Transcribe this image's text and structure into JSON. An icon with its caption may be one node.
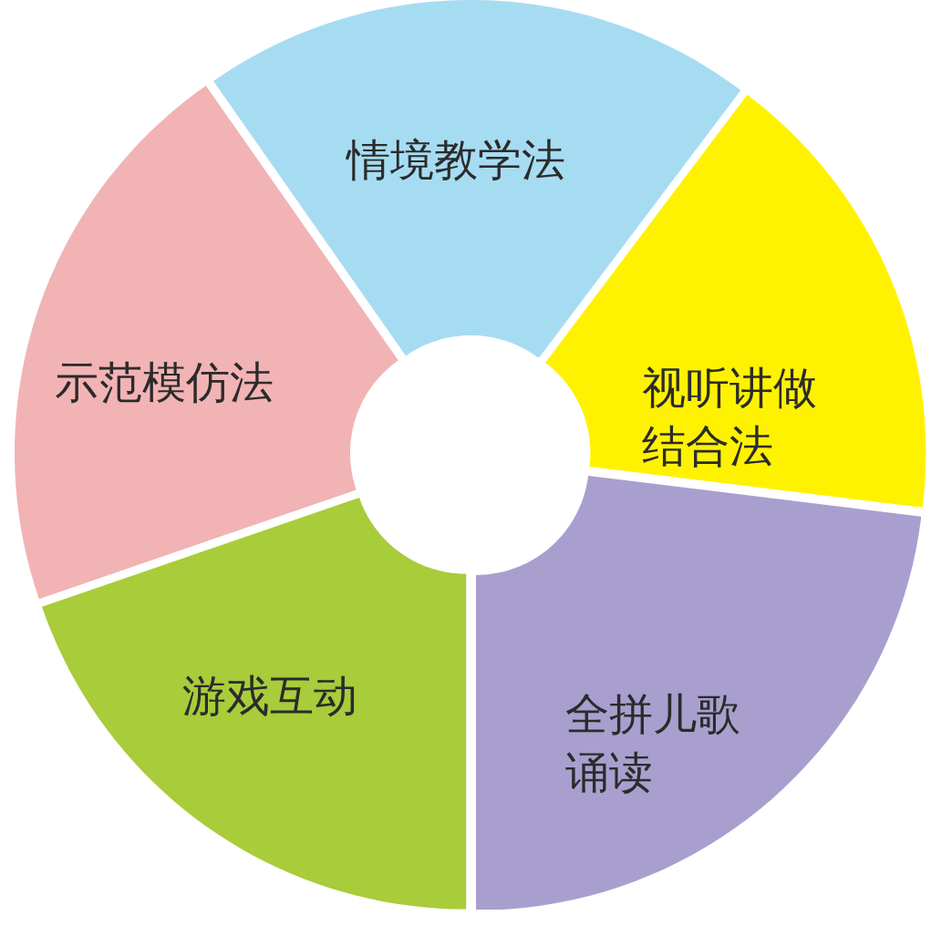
{
  "diagram": {
    "nodes": [
      {
        "text": [
          "情境教学法"
        ]
      },
      {
        "text": [
          "视听讲做结合法"
        ]
      },
      {
        "text": [
          "全拼儿歌诵读"
        ]
      },
      {
        "text": [
          "游戏互动"
        ]
      },
      {
        "text": [
          "示范模仿法"
        ]
      }
    ]
  }
}
